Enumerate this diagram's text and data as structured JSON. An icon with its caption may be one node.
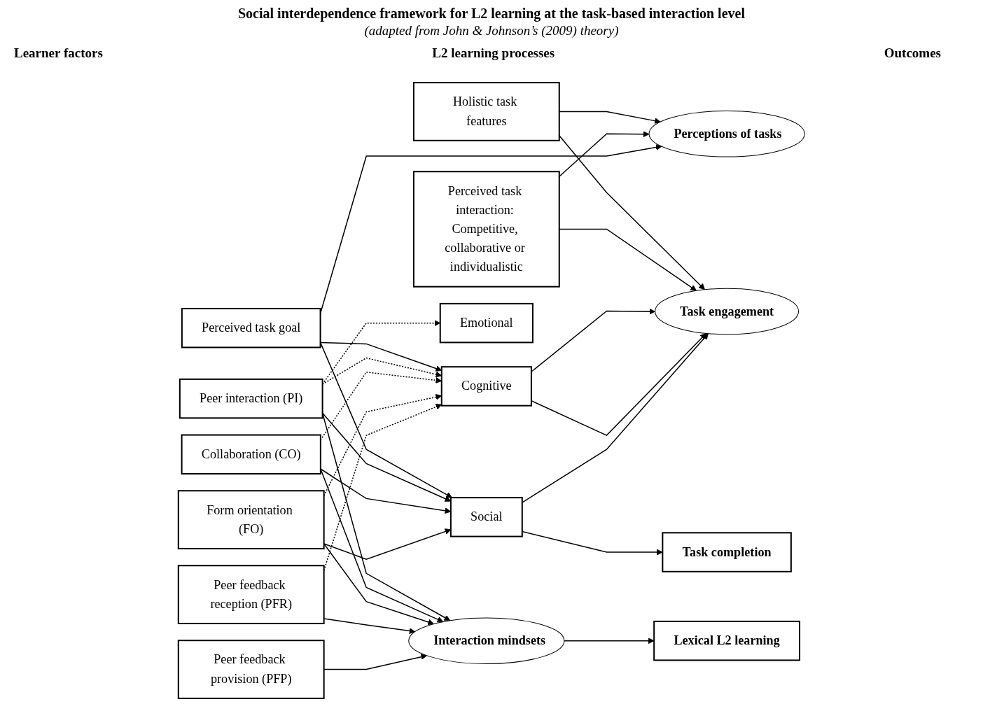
{
  "diagram": {
    "title": "Social interdependence framework for L2 learning at the task-based interaction level",
    "nodes": [
      {
        "text": [
          "Perceptions of tasks"
        ]
      },
      {
        "text": [
          "Holistic task features"
        ]
      },
      {
        "text": [
          "Perceived task interaction: Competitive, collaborative or individualistic"
        ]
      },
      {
        "text": [
          "Perceived task goal"
        ]
      },
      {
        "text": [
          "Interaction mindsets"
        ]
      },
      {
        "text": [
          "Peer interaction (PI)"
        ]
      },
      {
        "text": [
          "Collaboration (CO)"
        ]
      },
      {
        "text": [
          "Form orientation (FO)"
        ]
      },
      {
        "text": [
          "Peer feedback reception (PFR)"
        ]
      },
      {
        "text": [
          "Peer feedback provision (PFP)"
        ]
      },
      {
        "text": [
          "Emotional"
        ]
      },
      {
        "text": [
          "Cognitive"
        ]
      },
      {
        "text": [
          "Social"
        ]
      },
      {
        "text": [
          "Task engagement"
        ]
      },
      {
        "text": [
          "Task completion"
        ]
      },
      {
        "text": [
          "Lexical L2 learning"
        ]
      }
    ],
    "edges": [
      {
        "from": 1,
        "to": 0,
        "arrow": "to"
      },
      {
        "from": 2,
        "to": 0,
        "arrow": "to"
      },
      {
        "from": 3,
        "to": 0,
        "arrow": "to"
      },
      {
        "from": 1,
        "to": 13,
        "arrow": "to"
      },
      {
        "from": 2,
        "to": 13,
        "arrow": "to"
      },
      {
        "from": 3,
        "to": 11,
        "arrow": "to"
      },
      {
        "from": 3,
        "to": 12,
        "arrow": "to"
      },
      {
        "from": 5,
        "to": 10,
        "arrow": "to",
        "style": "dashed"
      },
      {
        "from": 5,
        "to": 11,
        "arrow": "to",
        "style": "dashed"
      },
      {
        "from": 6,
        "to": 11,
        "arrow": "to",
        "style": "dashed"
      },
      {
        "from": 7,
        "to": 11,
        "arrow": "to",
        "style": "dashed"
      },
      {
        "from": 8,
        "to": 11,
        "arrow": "to",
        "style": "dashed"
      },
      {
        "from": 5,
        "to": 12,
        "arrow": "to"
      },
      {
        "from": 6,
        "to": 12,
        "arrow": "to"
      },
      {
        "from": 7,
        "to": 12,
        "arrow": "to"
      },
      {
        "from": 5,
        "to": 4,
        "arrow": "to"
      },
      {
        "from": 6,
        "to": 4,
        "arrow": "to"
      },
      {
        "from": 7,
        "to": 4,
        "arrow": "to"
      },
      {
        "from": 8,
        "to": 4,
        "arrow": "to"
      },
      {
        "from": 9,
        "to": 4,
        "arrow": "to"
      },
      {
        "from": 11,
        "to": 13,
        "arrow": "to"
      },
      {
        "from": 11,
        "to": 13,
        "arrow": "to"
      },
      {
        "from": 12,
        "to": 13,
        "arrow": "to"
      },
      {
        "from": 12,
        "to": 14,
        "arrow": "to"
      },
      {
        "from": 4,
        "to": 15,
        "arrow": "to"
      }
    ],
    "labels": [
      "(adapted from John & Johnson’s (2009) theory)",
      "Learner factors",
      "L2 learning processes",
      "Outcomes"
    ]
  }
}
